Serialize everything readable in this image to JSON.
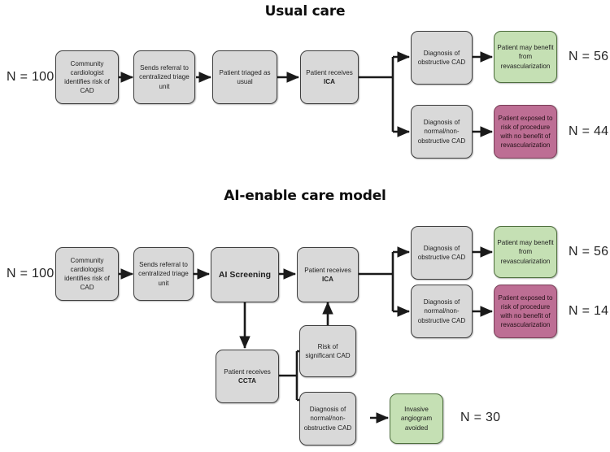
{
  "colors": {
    "gray_fill": "#d9d9d9",
    "green_fill": "#c5e0b4",
    "magenta_fill": "#bd6e94",
    "border": "#3f3f3f",
    "text": "#1f1f1f",
    "background": "#ffffff"
  },
  "usual_care": {
    "title": "Usual care",
    "start_label": "N = 100",
    "nodes": {
      "community_cardiologist": "Community cardiologist identifies risk of CAD",
      "sends_referral": "Sends referral to centralized triage unit",
      "patient_triaged": "Patient triaged as usual",
      "patient_receives_ica_plain": "Patient receives ",
      "patient_receives_ica_bold": "ICA",
      "diagnosis_obstructive": "Diagnosis of obstructive CAD",
      "diagnosis_normal": "Diagnosis of normal/non-obstructive CAD",
      "patient_may_benefit": "Patient may benefit from revascularization",
      "patient_exposed": "Patient exposed to risk of procedure with no benefit of revascularization"
    },
    "outcomes": {
      "benefit_n": "N = 56",
      "exposed_n": "N = 44"
    }
  },
  "ai_care": {
    "title": "AI-enable care model",
    "start_label": "N = 100",
    "nodes": {
      "community_cardiologist": "Community cardiologist identifies risk of CAD",
      "sends_referral": "Sends referral to centralized triage unit",
      "ai_screening": "AI Screening",
      "patient_receives_ica_plain": "Patient receives ",
      "patient_receives_ica_bold": "ICA",
      "diagnosis_obstructive": "Diagnosis of obstructive CAD",
      "diagnosis_normal": "Diagnosis of normal/non-obstructive CAD",
      "patient_may_benefit": "Patient may benefit from revascularization",
      "patient_exposed": "Patient exposed to risk of procedure with no benefit of revascularization",
      "patient_receives_ccta_plain": "Patient receives ",
      "patient_receives_ccta_bold": "CCTA",
      "risk_significant_cad": "Risk of significant CAD",
      "diagnosis_normal_ccta": "Diagnosis of normal/non-obstructive CAD",
      "invasive_angiogram_avoided": "Invasive angiogram avoided"
    },
    "outcomes": {
      "benefit_n": "N = 56",
      "exposed_n": "N = 14",
      "avoided_n": "N = 30"
    }
  }
}
